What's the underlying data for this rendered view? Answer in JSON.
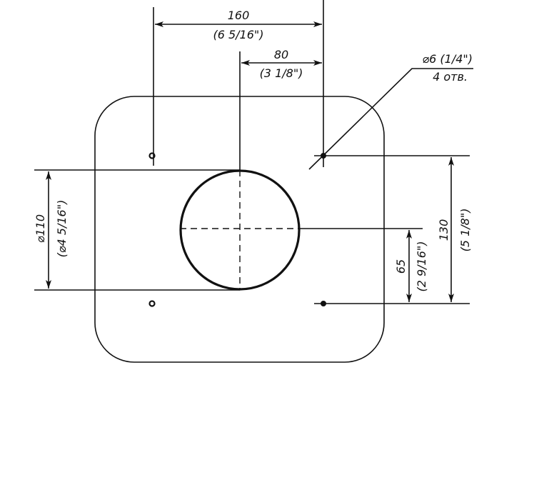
{
  "dimensions": {
    "hole_spacing_horizontal": {
      "mm": "160",
      "inch": "(6 5/16\")"
    },
    "center_offset_horizontal": {
      "mm": "80",
      "inch": "(3 1/8\")"
    },
    "mount_hole": {
      "diameter": "⌀6 (1/4\")",
      "count": "4 отв."
    },
    "pipe_diameter": {
      "mm": "⌀110",
      "inch": "(⌀4 5/16\")"
    },
    "center_offset_vertical": {
      "mm": "65",
      "inch": "(2 9/16\")"
    },
    "hole_spacing_vertical": {
      "mm": "130",
      "inch": "(5 1/8\")"
    }
  }
}
